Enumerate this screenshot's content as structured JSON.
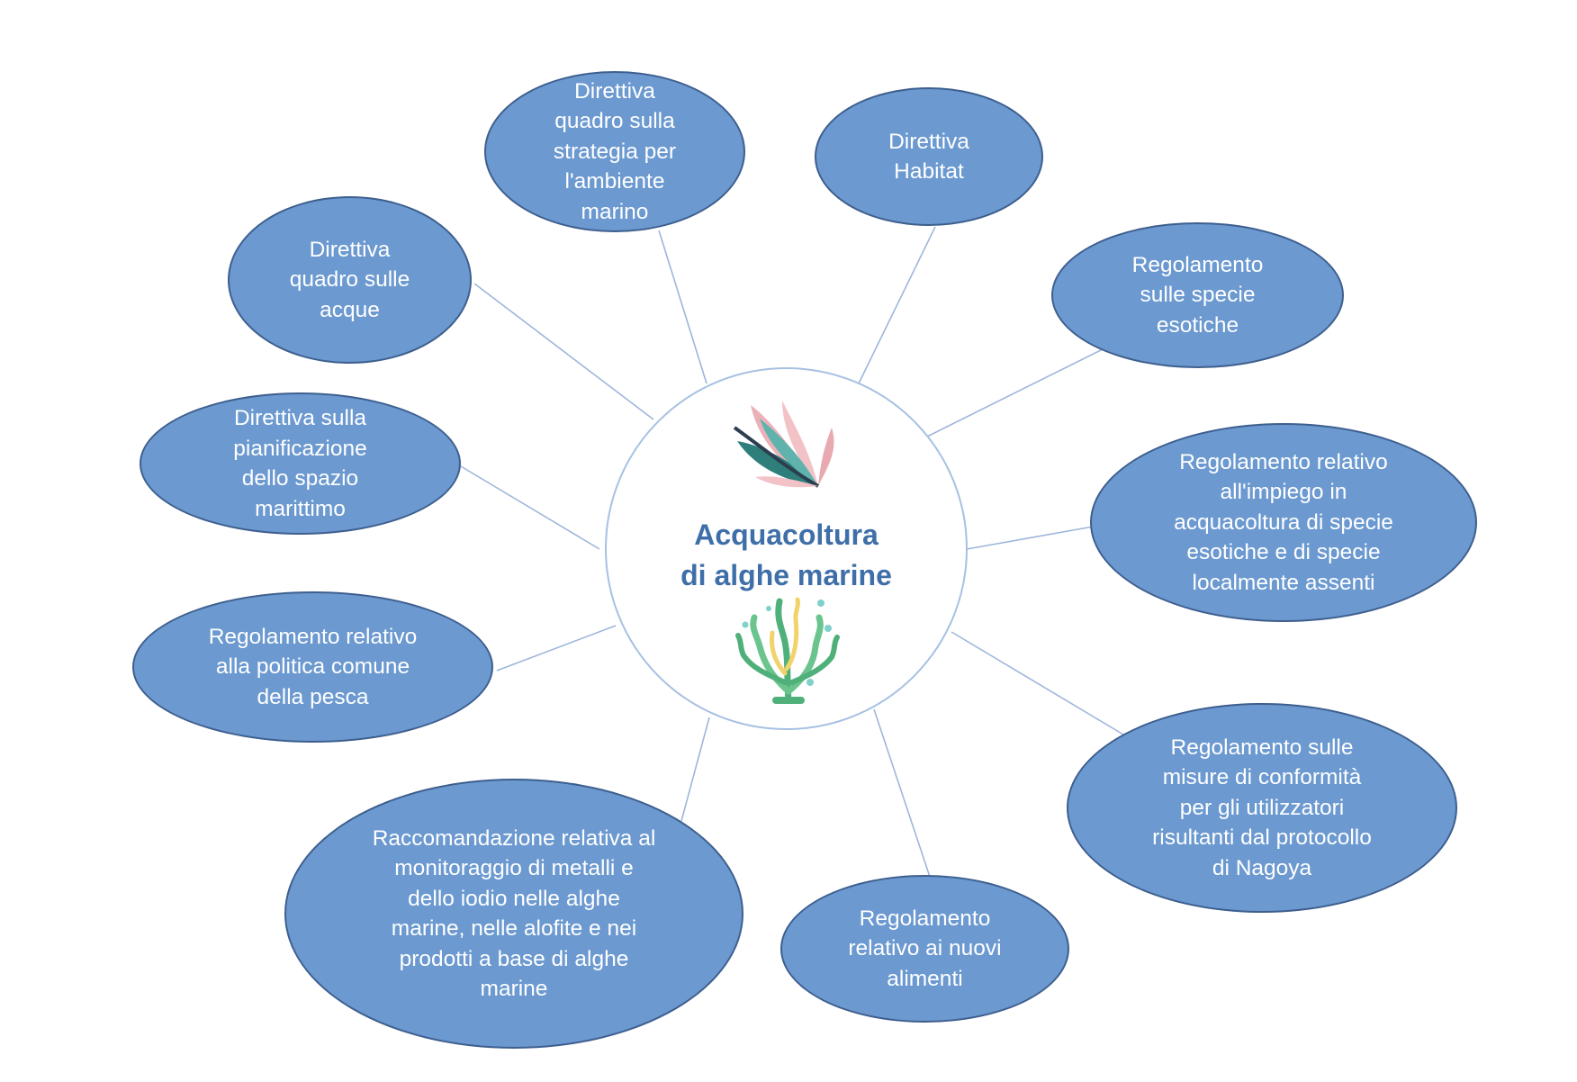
{
  "center": {
    "title": "Acquacoltura\ndi alghe marine",
    "icons": [
      "seaweed-leaves-icon",
      "seaweed-coral-icon"
    ]
  },
  "nodes": [
    {
      "label": "Direttiva\nquadro sulla\nstrategia per\nl'ambiente\nmarino"
    },
    {
      "label": "Direttiva\nHabitat"
    },
    {
      "label": "Regolamento\nsulle specie\nesotiche"
    },
    {
      "label": "Regolamento relativo\nall'impiego in\nacquacoltura di specie\nesotiche e di specie\nlocalmente assenti"
    },
    {
      "label": "Regolamento sulle\nmisure di conformità\nper gli utilizzatori\nrisultanti dal protocollo\ndi Nagoya"
    },
    {
      "label": "Regolamento\nrelativo ai nuovi\nalimenti"
    },
    {
      "label": "Raccomandazione relativa al\nmonitoraggio di metalli e\ndello iodio nelle alghe\nmarine, nelle alofite e nei\nprodotti a base di alghe\nmarine"
    },
    {
      "label": "Regolamento relativo\nalla politica comune\ndella pesca"
    },
    {
      "label": "Direttiva sulla\npianificazione\ndello spazio\nmarittimo"
    },
    {
      "label": "Direttiva\nquadro sulle\nacque"
    }
  ],
  "colors": {
    "node_fill": "#6B99D0",
    "node_border": "#3E5F8E",
    "connector": "#9DB6DB",
    "hub_border": "#A7C1E2",
    "title": "#3F6FA8"
  }
}
